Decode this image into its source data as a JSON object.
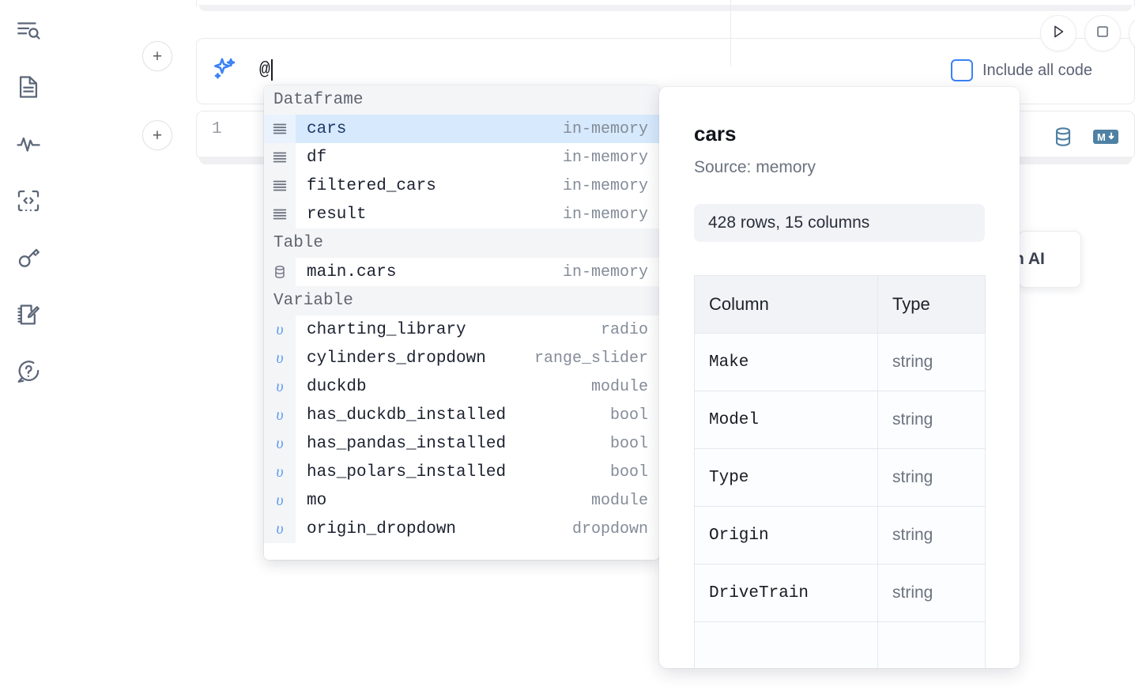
{
  "app": {
    "sidebar": {
      "items": [
        {
          "name": "file-search-icon",
          "label": "Explore"
        },
        {
          "name": "document-icon",
          "label": "Notebook"
        },
        {
          "name": "activity-icon",
          "label": "Activity"
        },
        {
          "name": "code-snippet-icon",
          "label": "Snippets"
        },
        {
          "name": "key-icon",
          "label": "Secrets"
        },
        {
          "name": "notebook-edit-icon",
          "label": "Scratchpad"
        },
        {
          "name": "help-chat-icon",
          "label": "Help"
        }
      ]
    },
    "add_cell_label": "+",
    "ai_cell": {
      "icon": "sparkle-icon",
      "value": "@",
      "include_all_code_label": "Include all code",
      "include_all_code_checked": false
    },
    "toolbar": {
      "run_icon": "play-icon",
      "stop_icon": "stop-icon"
    },
    "code_cell": {
      "line_number": "1",
      "icons": [
        "database-icon",
        "markdown-icon"
      ]
    },
    "floating_chip": {
      "label": "h AI"
    }
  },
  "autocomplete": {
    "groups": [
      {
        "label": "Dataframe",
        "items": [
          {
            "icon": "dataframe-icon",
            "name": "cars",
            "type": "in-memory",
            "selected": true
          },
          {
            "icon": "dataframe-icon",
            "name": "df",
            "type": "in-memory",
            "selected": false
          },
          {
            "icon": "dataframe-icon",
            "name": "filtered_cars",
            "type": "in-memory",
            "selected": false
          },
          {
            "icon": "dataframe-icon",
            "name": "result",
            "type": "in-memory",
            "selected": false
          }
        ]
      },
      {
        "label": "Table",
        "items": [
          {
            "icon": "table-icon",
            "name": "main.cars",
            "type": "in-memory",
            "selected": false
          }
        ]
      },
      {
        "label": "Variable",
        "items": [
          {
            "icon": "variable-icon",
            "name": "charting_library",
            "type": "radio",
            "selected": false
          },
          {
            "icon": "variable-icon",
            "name": "cylinders_dropdown",
            "type": "range_slider",
            "selected": false
          },
          {
            "icon": "variable-icon",
            "name": "duckdb",
            "type": "module",
            "selected": false
          },
          {
            "icon": "variable-icon",
            "name": "has_duckdb_installed",
            "type": "bool",
            "selected": false
          },
          {
            "icon": "variable-icon",
            "name": "has_pandas_installed",
            "type": "bool",
            "selected": false
          },
          {
            "icon": "variable-icon",
            "name": "has_polars_installed",
            "type": "bool",
            "selected": false
          },
          {
            "icon": "variable-icon",
            "name": "mo",
            "type": "module",
            "selected": false
          },
          {
            "icon": "variable-icon",
            "name": "origin_dropdown",
            "type": "dropdown",
            "selected": false
          }
        ]
      }
    ]
  },
  "preview": {
    "title": "cars",
    "source": "Source: memory",
    "shape": "428 rows, 15 columns",
    "headers": [
      "Column",
      "Type"
    ],
    "rows": [
      {
        "column": "Make",
        "type": "string"
      },
      {
        "column": "Model",
        "type": "string"
      },
      {
        "column": "Type",
        "type": "string"
      },
      {
        "column": "Origin",
        "type": "string"
      },
      {
        "column": "DriveTrain",
        "type": "string"
      }
    ]
  },
  "colors": {
    "accent_blue": "#3b82f6",
    "selection_blue": "#d7e9fc",
    "icon_slate": "#5b6678",
    "panel_grey": "#f1f3f7"
  }
}
